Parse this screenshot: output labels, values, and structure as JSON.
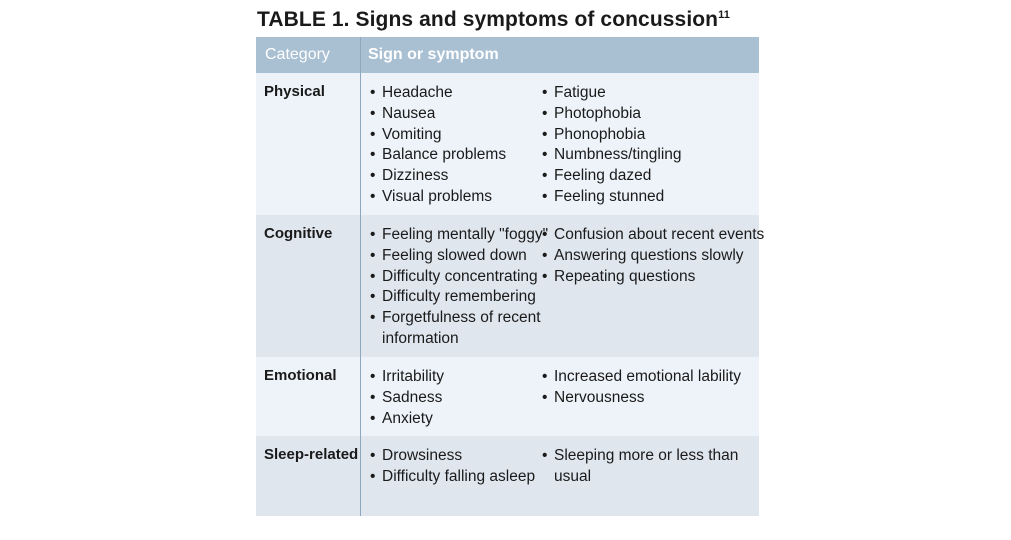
{
  "title": {
    "main": "TABLE 1. Signs and symptoms of concussion",
    "ref": "11"
  },
  "header": {
    "category": "Category",
    "symptom": "Sign or symptom"
  },
  "rows": [
    {
      "category": "Physical",
      "col1": [
        "Headache",
        "Nausea",
        "Vomiting",
        "Balance problems",
        "Dizziness",
        "Visual problems"
      ],
      "col2": [
        "Fatigue",
        "Photophobia",
        "Phonophobia",
        "Numbness/tingling",
        "Feeling dazed",
        "Feeling stunned"
      ]
    },
    {
      "category": "Cognitive",
      "col1": [
        "Feeling mentally \"foggy\"",
        "Feeling slowed down",
        "Difficulty concentrating",
        "Difficulty remembering",
        "Forgetfulness of recent information"
      ],
      "col2": [
        "Confusion about recent events",
        "Answering questions slowly",
        "Repeating questions"
      ]
    },
    {
      "category": "Emotional",
      "col1": [
        "Irritability",
        "Sadness",
        "Anxiety"
      ],
      "col2": [
        "Increased emotional lability",
        "Nervousness"
      ]
    },
    {
      "category": "Sleep-related",
      "col1": [
        "Drowsiness",
        "Difficulty falling asleep"
      ],
      "col2": [
        "Sleeping more or less than usual"
      ]
    }
  ]
}
